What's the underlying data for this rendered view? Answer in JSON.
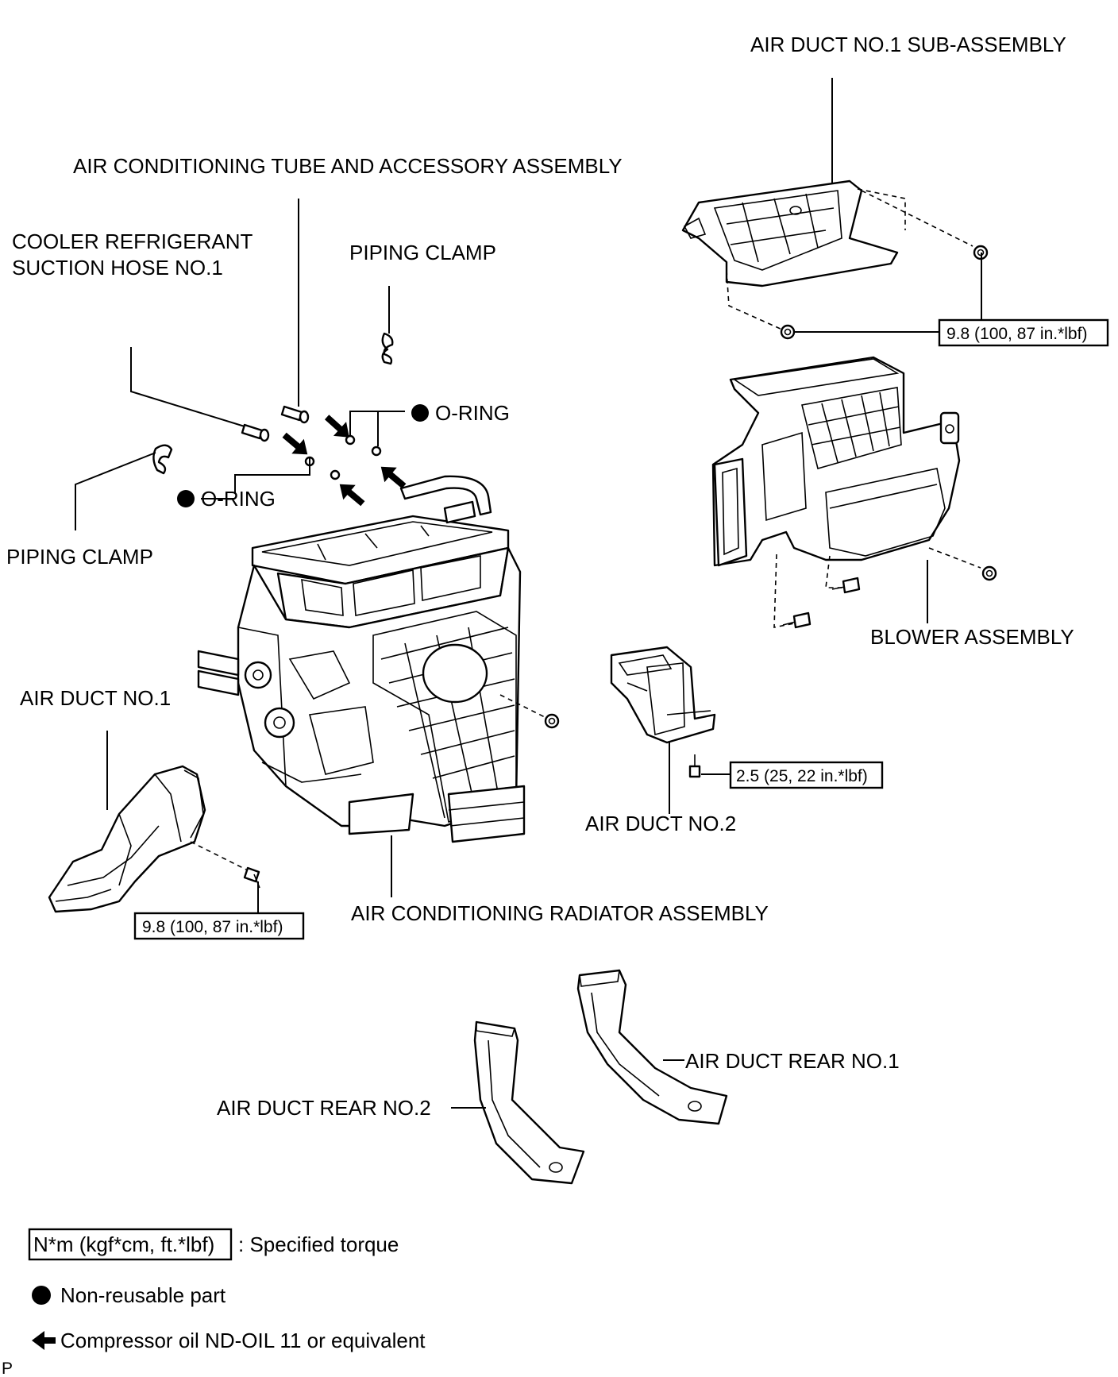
{
  "labels": {
    "air_duct_no1_sub": "AIR DUCT NO.1 SUB-ASSEMBLY",
    "tube_accessory": "AIR CONDITIONING TUBE AND ACCESSORY ASSEMBLY",
    "suction_hose_l1": "COOLER REFRIGERANT",
    "suction_hose_l2": "SUCTION HOSE NO.1",
    "piping_clamp_top": "PIPING CLAMP",
    "o_ring_top": "O-RING",
    "o_ring_left": "O-RING",
    "piping_clamp_left": "PIPING CLAMP",
    "blower": "BLOWER ASSEMBLY",
    "air_duct_no1": "AIR DUCT NO.1",
    "air_duct_no2": "AIR DUCT NO.2",
    "radiator": "AIR CONDITIONING RADIATOR ASSEMBLY",
    "rear_no1": "AIR DUCT REAR NO.1",
    "rear_no2": "AIR DUCT REAR NO.2"
  },
  "torques": {
    "sub_assembly": "9.8 (100, 87 in.*lbf)",
    "air_duct_no2": "2.5 (25, 22 in.*lbf)",
    "air_duct_no1": "9.8 (100, 87 in.*lbf)"
  },
  "legend": {
    "torque_box": "N*m (kgf*cm, ft.*lbf)",
    "torque_text": ": Specified torque",
    "non_reusable": "Non-reusable part",
    "oil": "Compressor oil ND-OIL 11 or equivalent"
  },
  "corner_mark": "P"
}
